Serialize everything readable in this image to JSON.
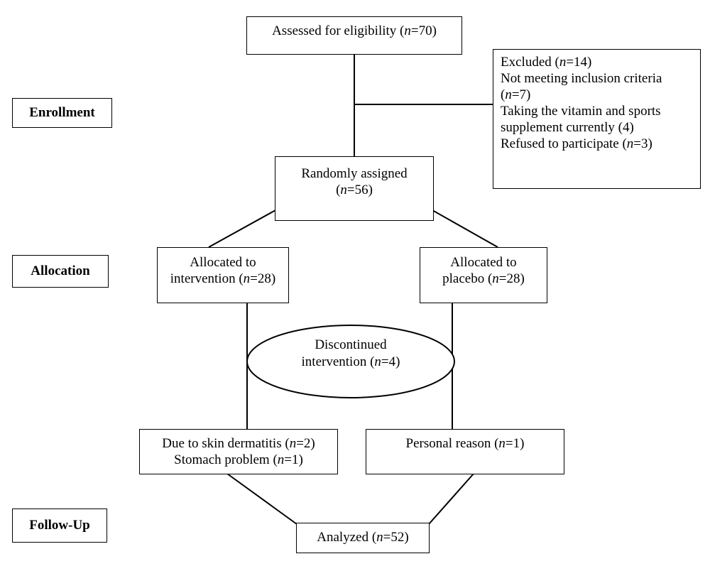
{
  "stages": {
    "enrollment": "Enrollment",
    "allocation": "Allocation",
    "follow_up": "Follow-Up"
  },
  "eligibility": {
    "prefix": "Assessed for eligibility (",
    "n": "n",
    "suffix": "=70)"
  },
  "excluded": {
    "l1_prefix": "Excluded (",
    "l1_n": "n",
    "l1_suffix": "=14)",
    "l2": "Not meeting inclusion criteria",
    "l3_prefix": "(",
    "l3_n": "n",
    "l3_suffix": "=7)",
    "l4": "Taking the vitamin and sports",
    "l5": "supplement currently (4)",
    "l6_prefix": "Refused to participate (",
    "l6_n": "n",
    "l6_suffix": "=3)"
  },
  "randomized": {
    "l1": "Randomly assigned",
    "l2_prefix": "(",
    "l2_n": "n",
    "l2_suffix": "=56)"
  },
  "intervention": {
    "l1": "Allocated to",
    "l2_prefix": "intervention (",
    "l2_n": "n",
    "l2_suffix": "=28)"
  },
  "placebo": {
    "l1": "Allocated to",
    "l2_prefix": "placebo (",
    "l2_n": "n",
    "l2_suffix": "=28)"
  },
  "discontinued": {
    "l1": "Discontinued",
    "l2_prefix": "intervention (",
    "l2_n": "n",
    "l2_suffix": "=4)"
  },
  "reasons_intervention": {
    "l1_prefix": "Due to skin dermatitis (",
    "l1_n": "n",
    "l1_suffix": "=2)",
    "l2_prefix": "Stomach problem (",
    "l2_n": "n",
    "l2_suffix": "=1)"
  },
  "reasons_placebo": {
    "l1_prefix": "Personal reason (",
    "l1_n": "n",
    "l1_suffix": "=1)"
  },
  "analyzed": {
    "prefix": "Analyzed (",
    "n": "n",
    "suffix": "=52)"
  }
}
